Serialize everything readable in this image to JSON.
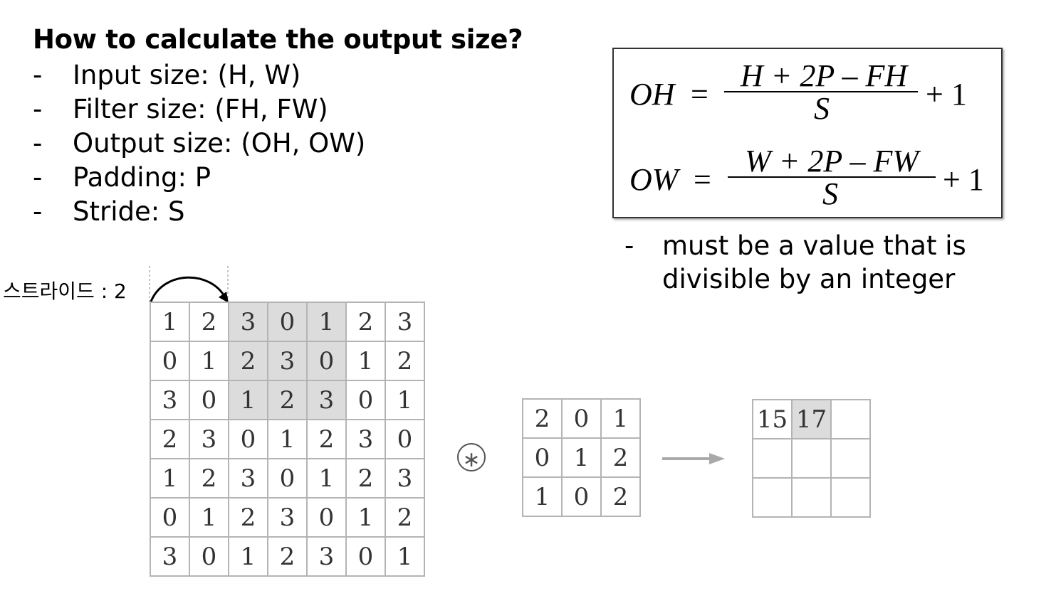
{
  "heading": "How to calculate the output size?",
  "bullets": [
    {
      "dash": "-",
      "text": "Input size: (H, W)"
    },
    {
      "dash": "-",
      "text": "Filter size: (FH, FW)"
    },
    {
      "dash": "-",
      "text": "Output size: (OH, OW)"
    },
    {
      "dash": "-",
      "text": "Padding: P"
    },
    {
      "dash": "-",
      "text": "Stride: S"
    }
  ],
  "formulas": {
    "oh": {
      "lhs": "OH",
      "eq": "=",
      "numerator": "H + 2P – FH",
      "denominator": "S",
      "plus_one": "+ 1"
    },
    "ow": {
      "lhs": "OW",
      "eq": "=",
      "numerator": "W + 2P – FW",
      "denominator": "S",
      "plus_one": "+ 1"
    }
  },
  "note": {
    "dash": "-",
    "line1": "must be a value that is",
    "line2": "divisible by an integer"
  },
  "stride_label": "스트라이드 : 2",
  "input_matrix": [
    [
      "1",
      "2",
      "3",
      "0",
      "1",
      "2",
      "3"
    ],
    [
      "0",
      "1",
      "2",
      "3",
      "0",
      "1",
      "2"
    ],
    [
      "3",
      "0",
      "1",
      "2",
      "3",
      "0",
      "1"
    ],
    [
      "2",
      "3",
      "0",
      "1",
      "2",
      "3",
      "0"
    ],
    [
      "1",
      "2",
      "3",
      "0",
      "1",
      "2",
      "3"
    ],
    [
      "0",
      "1",
      "2",
      "3",
      "0",
      "1",
      "2"
    ],
    [
      "3",
      "0",
      "1",
      "2",
      "3",
      "0",
      "1"
    ]
  ],
  "filter_matrix": [
    [
      "2",
      "0",
      "1"
    ],
    [
      "0",
      "1",
      "2"
    ],
    [
      "1",
      "0",
      "2"
    ]
  ],
  "output_matrix": [
    [
      "15",
      "17",
      ""
    ],
    [
      "",
      "",
      ""
    ],
    [
      "",
      "",
      ""
    ]
  ],
  "operator_symbol": "∗",
  "colors": {
    "highlight": "#dcdcdc",
    "grid_border": "#b4b4b4",
    "arrow": "#a9a9a9"
  }
}
